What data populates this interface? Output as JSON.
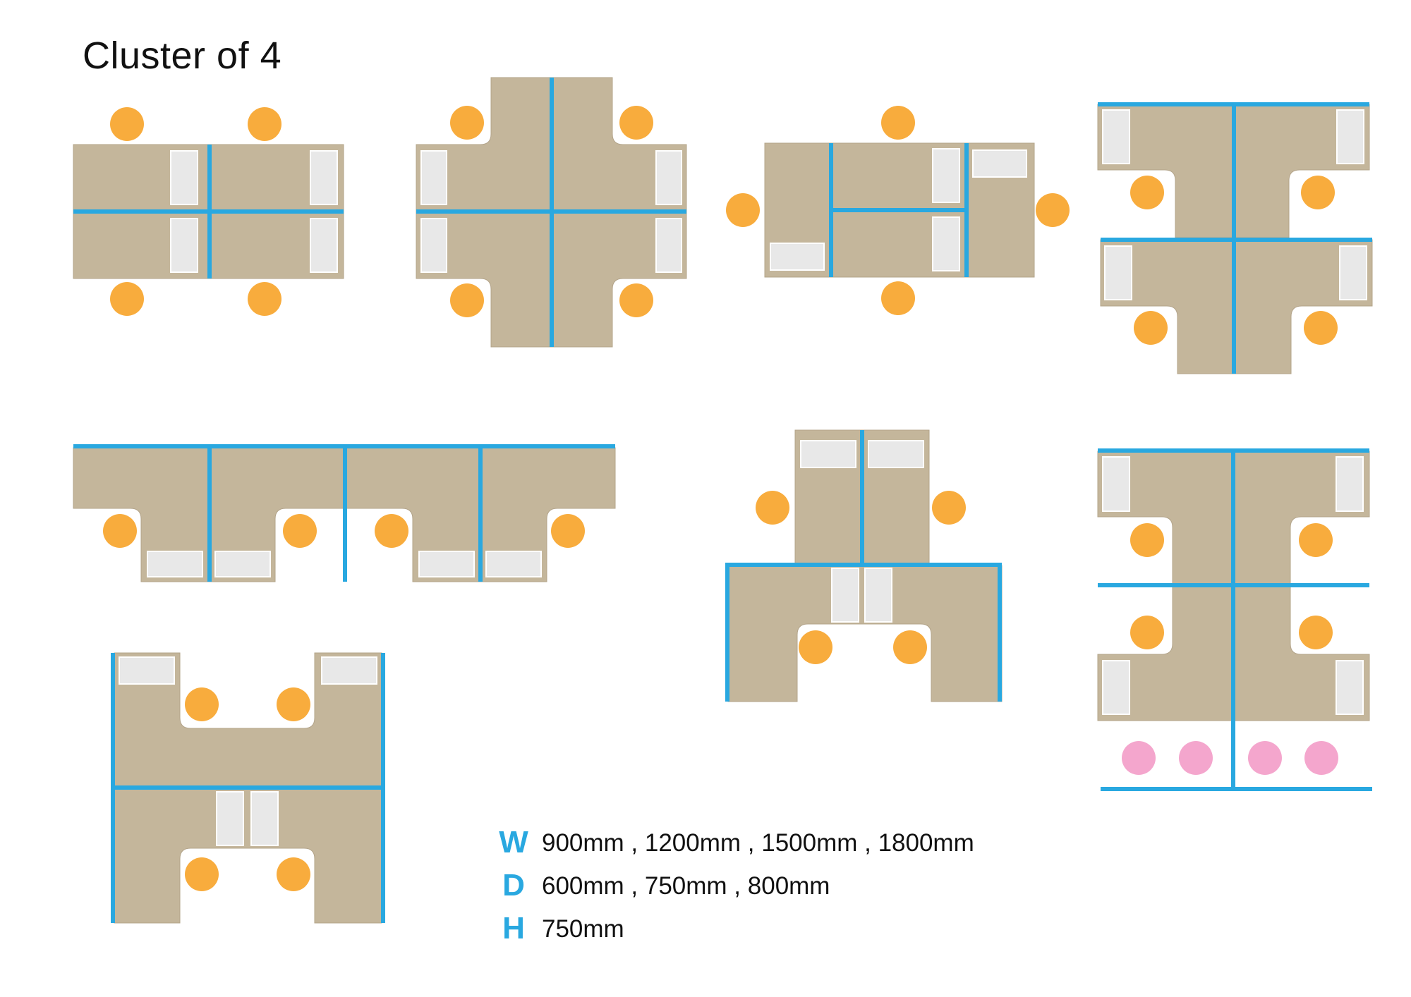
{
  "title": "Cluster of 4",
  "colors": {
    "desk": "#c4b69b",
    "desk_edge": "#b3a48a",
    "partition": "#29a8e0",
    "chair": "#f8ac3d",
    "stool": "#f4a6cd",
    "storage": "#e8e8e8",
    "storage_edge": "#ffffff"
  },
  "dimensions": [
    {
      "label": "W",
      "value": "900mm , 1200mm , 1500mm , 1800mm"
    },
    {
      "label": "D",
      "value": "600mm , 750mm , 800mm"
    },
    {
      "label": "H",
      "value": "750mm"
    }
  ],
  "layouts": [
    {
      "name": "four-desk-block"
    },
    {
      "name": "cross-workstation"
    },
    {
      "name": "pinwheel-workstation"
    },
    {
      "name": "double-t-workstation"
    },
    {
      "name": "linear-l-workstation"
    },
    {
      "name": "u-with-pair-workstation"
    },
    {
      "name": "double-t-with-stools"
    },
    {
      "name": "double-u-workstation"
    }
  ]
}
